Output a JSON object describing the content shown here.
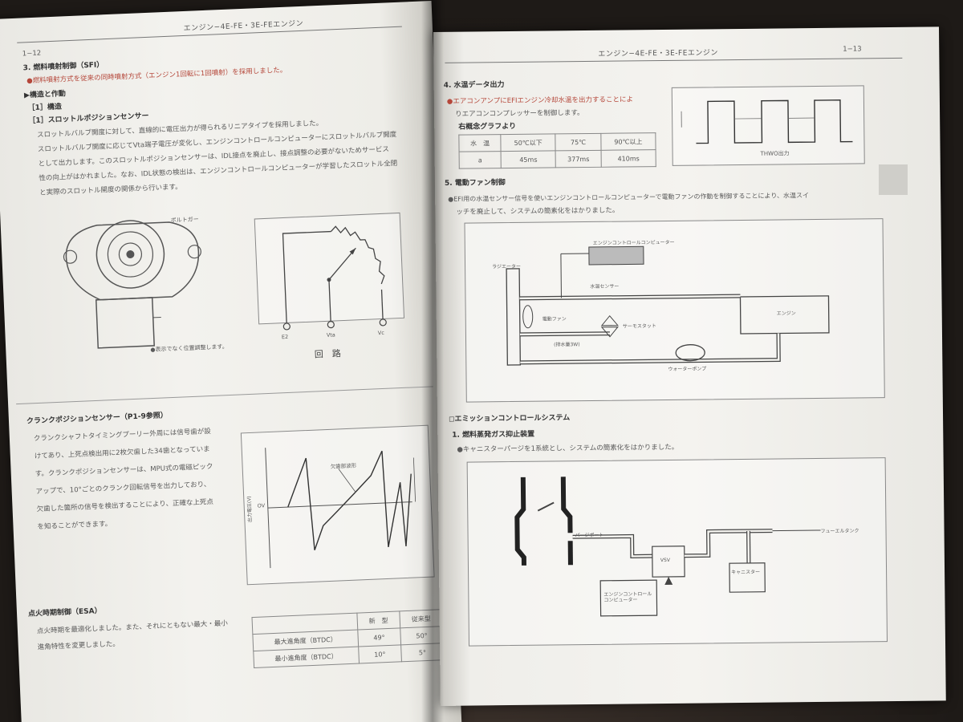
{
  "left_page": {
    "header_title": "エンジン−4E-FE・3E-FEエンジン",
    "page_number": "1−12",
    "sec_fuel_injection": "3. 燃料噴射制御（SFI）",
    "line_sfi": "●燃料噴射方式を従来の同時噴射方式（エンジン1回転に1回噴射）を採用しました。",
    "sub_structure": "▶構造と作動",
    "sub_kouzou": "［1］構造",
    "sub_tps": "［1］スロットルポジションセンサー",
    "para1": [
      "スロットルバルブ開度に対して、直線的に電圧出力が得られるリニアタイプを採用しました。",
      "スロットルバルブ開度に応じてVta端子電圧が変化し、エンジンコントロールコンピューターにスロットルバルブ開度",
      "として出力します。このスロットルポジションセンサーは、IDL接点を廃止し、接点調整の必要がないためサービス",
      "性の向上がはかれました。なお、IDL状態の検出は、エンジンコントロールコンピューターが学習したスロットル全閉",
      "と実際のスロットル開度の関係から行います。"
    ],
    "sensor_label": "ボルトガー",
    "sensor_caption": "●表示でなく位置調整します。",
    "circuit_caption": "回　路",
    "terminals": [
      "E2",
      "Vta",
      "Vc"
    ],
    "sec_crank": "クランクポジションセンサー（P1-9参照）",
    "para2": [
      "クランクシャフトタイミングプーリー外周には信号歯が設",
      "けてあり、上死点検出用に2枚欠歯した34歯となっていま",
      "す。クランクポジションセンサーは、MPU式の電磁ピック",
      "アップで、10°ごとのクランク回転信号を出力しており、",
      "欠歯した箇所の信号を検出することにより、正確な上死点",
      "を知ることができます。"
    ],
    "wave_label": "欠歯部波形",
    "wave_ov": "OV",
    "wave_yaxis": "出力電圧(V)",
    "sec_esa": "点火時期制御（ESA）",
    "para3": [
      "点火時期を最適化しました。また、それにともない最大・最小",
      "進角特性を変更しました。"
    ],
    "esa_table": {
      "headers": [
        "",
        "新　型",
        "従来型"
      ],
      "rows": [
        [
          "最大進角度（BTDC）",
          "49°",
          "50°"
        ],
        [
          "最小進角度（BTDC）",
          "10°",
          "5°"
        ]
      ]
    }
  },
  "right_page": {
    "header_title": "エンジン−4E-FE・3E-FEエンジン",
    "page_number": "1−13",
    "sec_water_temp": "4. 水温データ出力",
    "line_water1": "●エアコンアンプにEFIエンジン冷却水温を出力することによ",
    "line_water2": "りエアコンコンプレッサーを制御します。",
    "graph_note": "右概念グラフより",
    "temp_table": {
      "rows": [
        [
          "水　温",
          "50℃以下",
          "75℃",
          "90℃以上"
        ],
        [
          "a",
          "45ms",
          "377ms",
          "410ms"
        ]
      ]
    },
    "thw_caption": "THWO出力",
    "sec_fan": "5. 電動ファン制御",
    "line_fan1": "●EFI用の水温センサー信号を使いエンジンコントロールコンピューターで電動ファンの作動を制御することにより、水温スイ",
    "line_fan2": "ッチを廃止して、システムの簡素化をはかりました。",
    "fan_labels": {
      "ecu": "エンジンコントロールコンピューター",
      "radiator": "ラジエーター",
      "sensor": "水温センサー",
      "fan": "電動ファン",
      "thermostat": "サーモスタット",
      "valve": "(排水量3W)",
      "engine": "エンジン",
      "pump": "ウォーターポンプ"
    },
    "sec_emission": "◻エミッションコントロールシステム",
    "sec_evap": "1. 燃料蒸発ガス抑止装置",
    "line_evap": "●キャニスターパージを1系統とし、システムの簡素化をはかりました。",
    "evap_labels": {
      "purge_port": "パージポート",
      "fuel_tank": "フューエルタンク",
      "vsv": "VSV",
      "canister": "キャニスター",
      "ecu": "エンジンコントロール コンピューター"
    }
  }
}
